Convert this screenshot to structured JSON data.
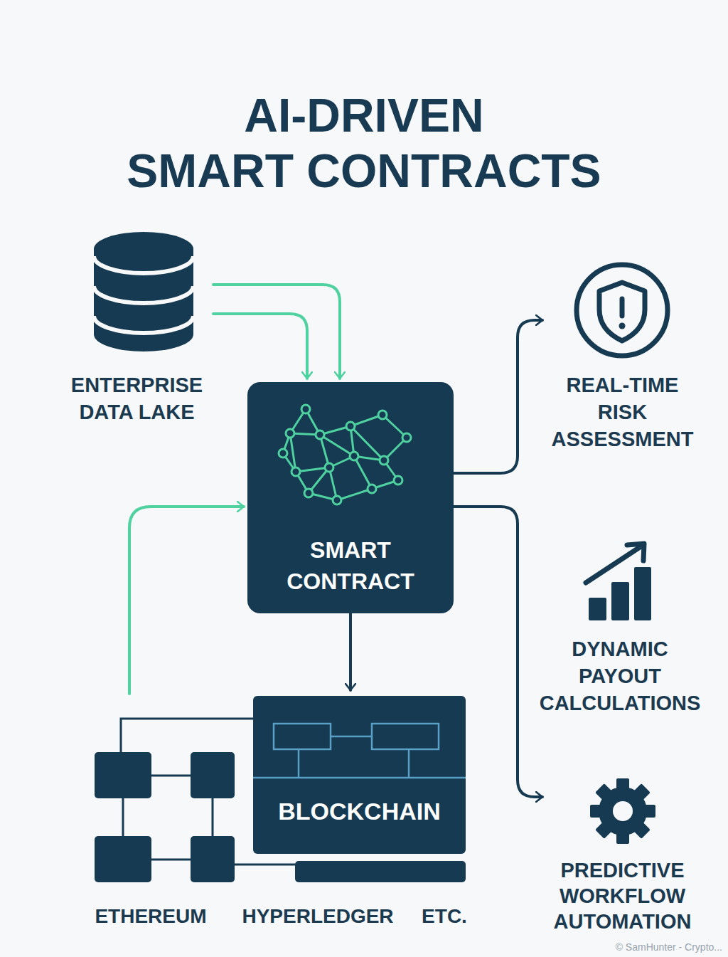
{
  "diagram": {
    "title": "AI-DRIVEN SMART CONTRACTS",
    "nodes": [
      {
        "text": [
          "ENTERPRISE DATA LAKE"
        ]
      },
      {
        "text": [
          "SMART CONTRACT"
        ]
      },
      {
        "text": [
          "REAL-TIME RISK ASSESSMENT"
        ]
      },
      {
        "text": [
          "DYNAMIC PAYOUT CALCULATIONS"
        ]
      },
      {
        "text": [
          "BLOCKCHAIN"
        ]
      },
      {
        "text": [
          "PREDICTIVE WORKFLOW AUTOMATION"
        ]
      }
    ],
    "edges": [
      {
        "from": 0,
        "to": 1,
        "arrow": "to"
      },
      {
        "from": 0,
        "to": 1,
        "arrow": "to"
      },
      {
        "from": 1,
        "to": 2,
        "arrow": "to"
      },
      {
        "from": 4,
        "to": 1,
        "arrow": "to"
      },
      {
        "from": 1,
        "to": 4,
        "arrow": "to"
      },
      {
        "from": 1,
        "to": 5,
        "arrow": "to"
      }
    ],
    "labels": [
      "ETHEREUM",
      "HYPERLEDGER",
      "ETC.",
      "© SamHunter - Crypto..."
    ]
  }
}
